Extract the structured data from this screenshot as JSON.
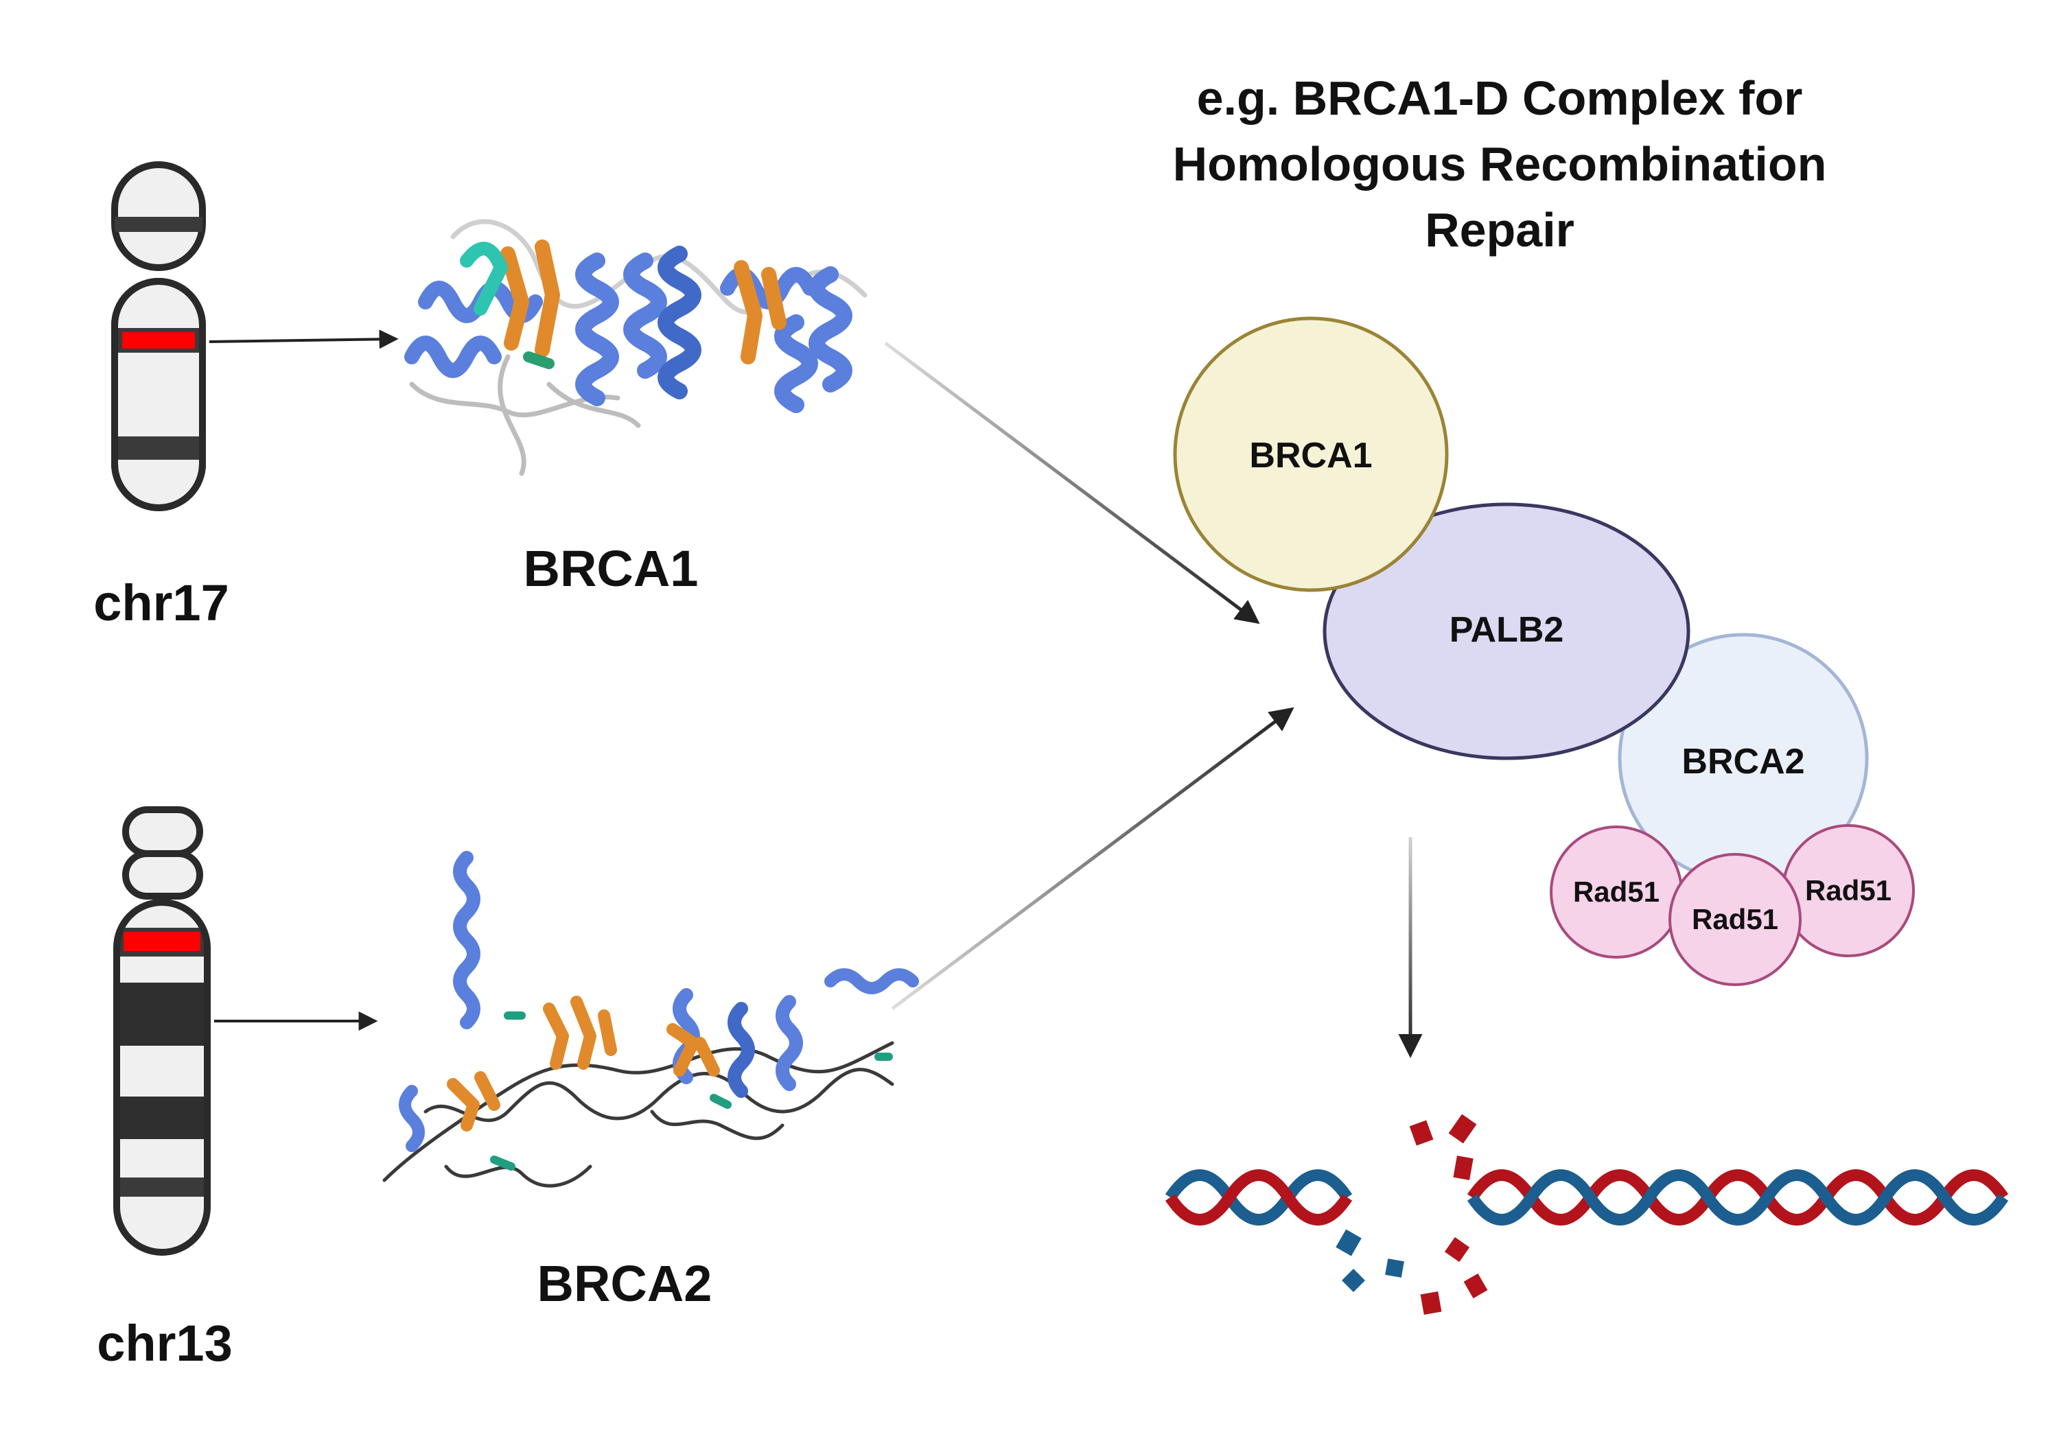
{
  "title": {
    "line1": "e.g. BRCA1-D Complex for",
    "line2": "Homologous Recombination",
    "line3": "Repair"
  },
  "chromosomes": [
    {
      "label": "chr17",
      "marked_band_color": "#ff0000"
    },
    {
      "label": "chr13",
      "marked_band_color": "#ff0000"
    }
  ],
  "proteins": [
    {
      "label": "BRCA1"
    },
    {
      "label": "BRCA2"
    }
  ],
  "complex": {
    "brca1": "BRCA1",
    "palb2": "PALB2",
    "brca2": "BRCA2",
    "rad51": [
      "Rad51",
      "Rad51",
      "Rad51"
    ]
  },
  "colors": {
    "brca1_fill": "#f5f2d6",
    "brca1_stroke": "#9a8436",
    "palb2_fill": "#dcdaf2",
    "palb2_stroke": "#3a3760",
    "brca2_fill": "#eaf0fa",
    "brca2_stroke": "#a4b6d6",
    "rad51_fill": "#f6d3e9",
    "rad51_stroke": "#a84a7c",
    "dna_red": "#b3131b",
    "dna_blue": "#1c5e8f",
    "helix": "#5a7fdc",
    "sheet": "#e08a2c",
    "turn": "#2ec4b0"
  }
}
